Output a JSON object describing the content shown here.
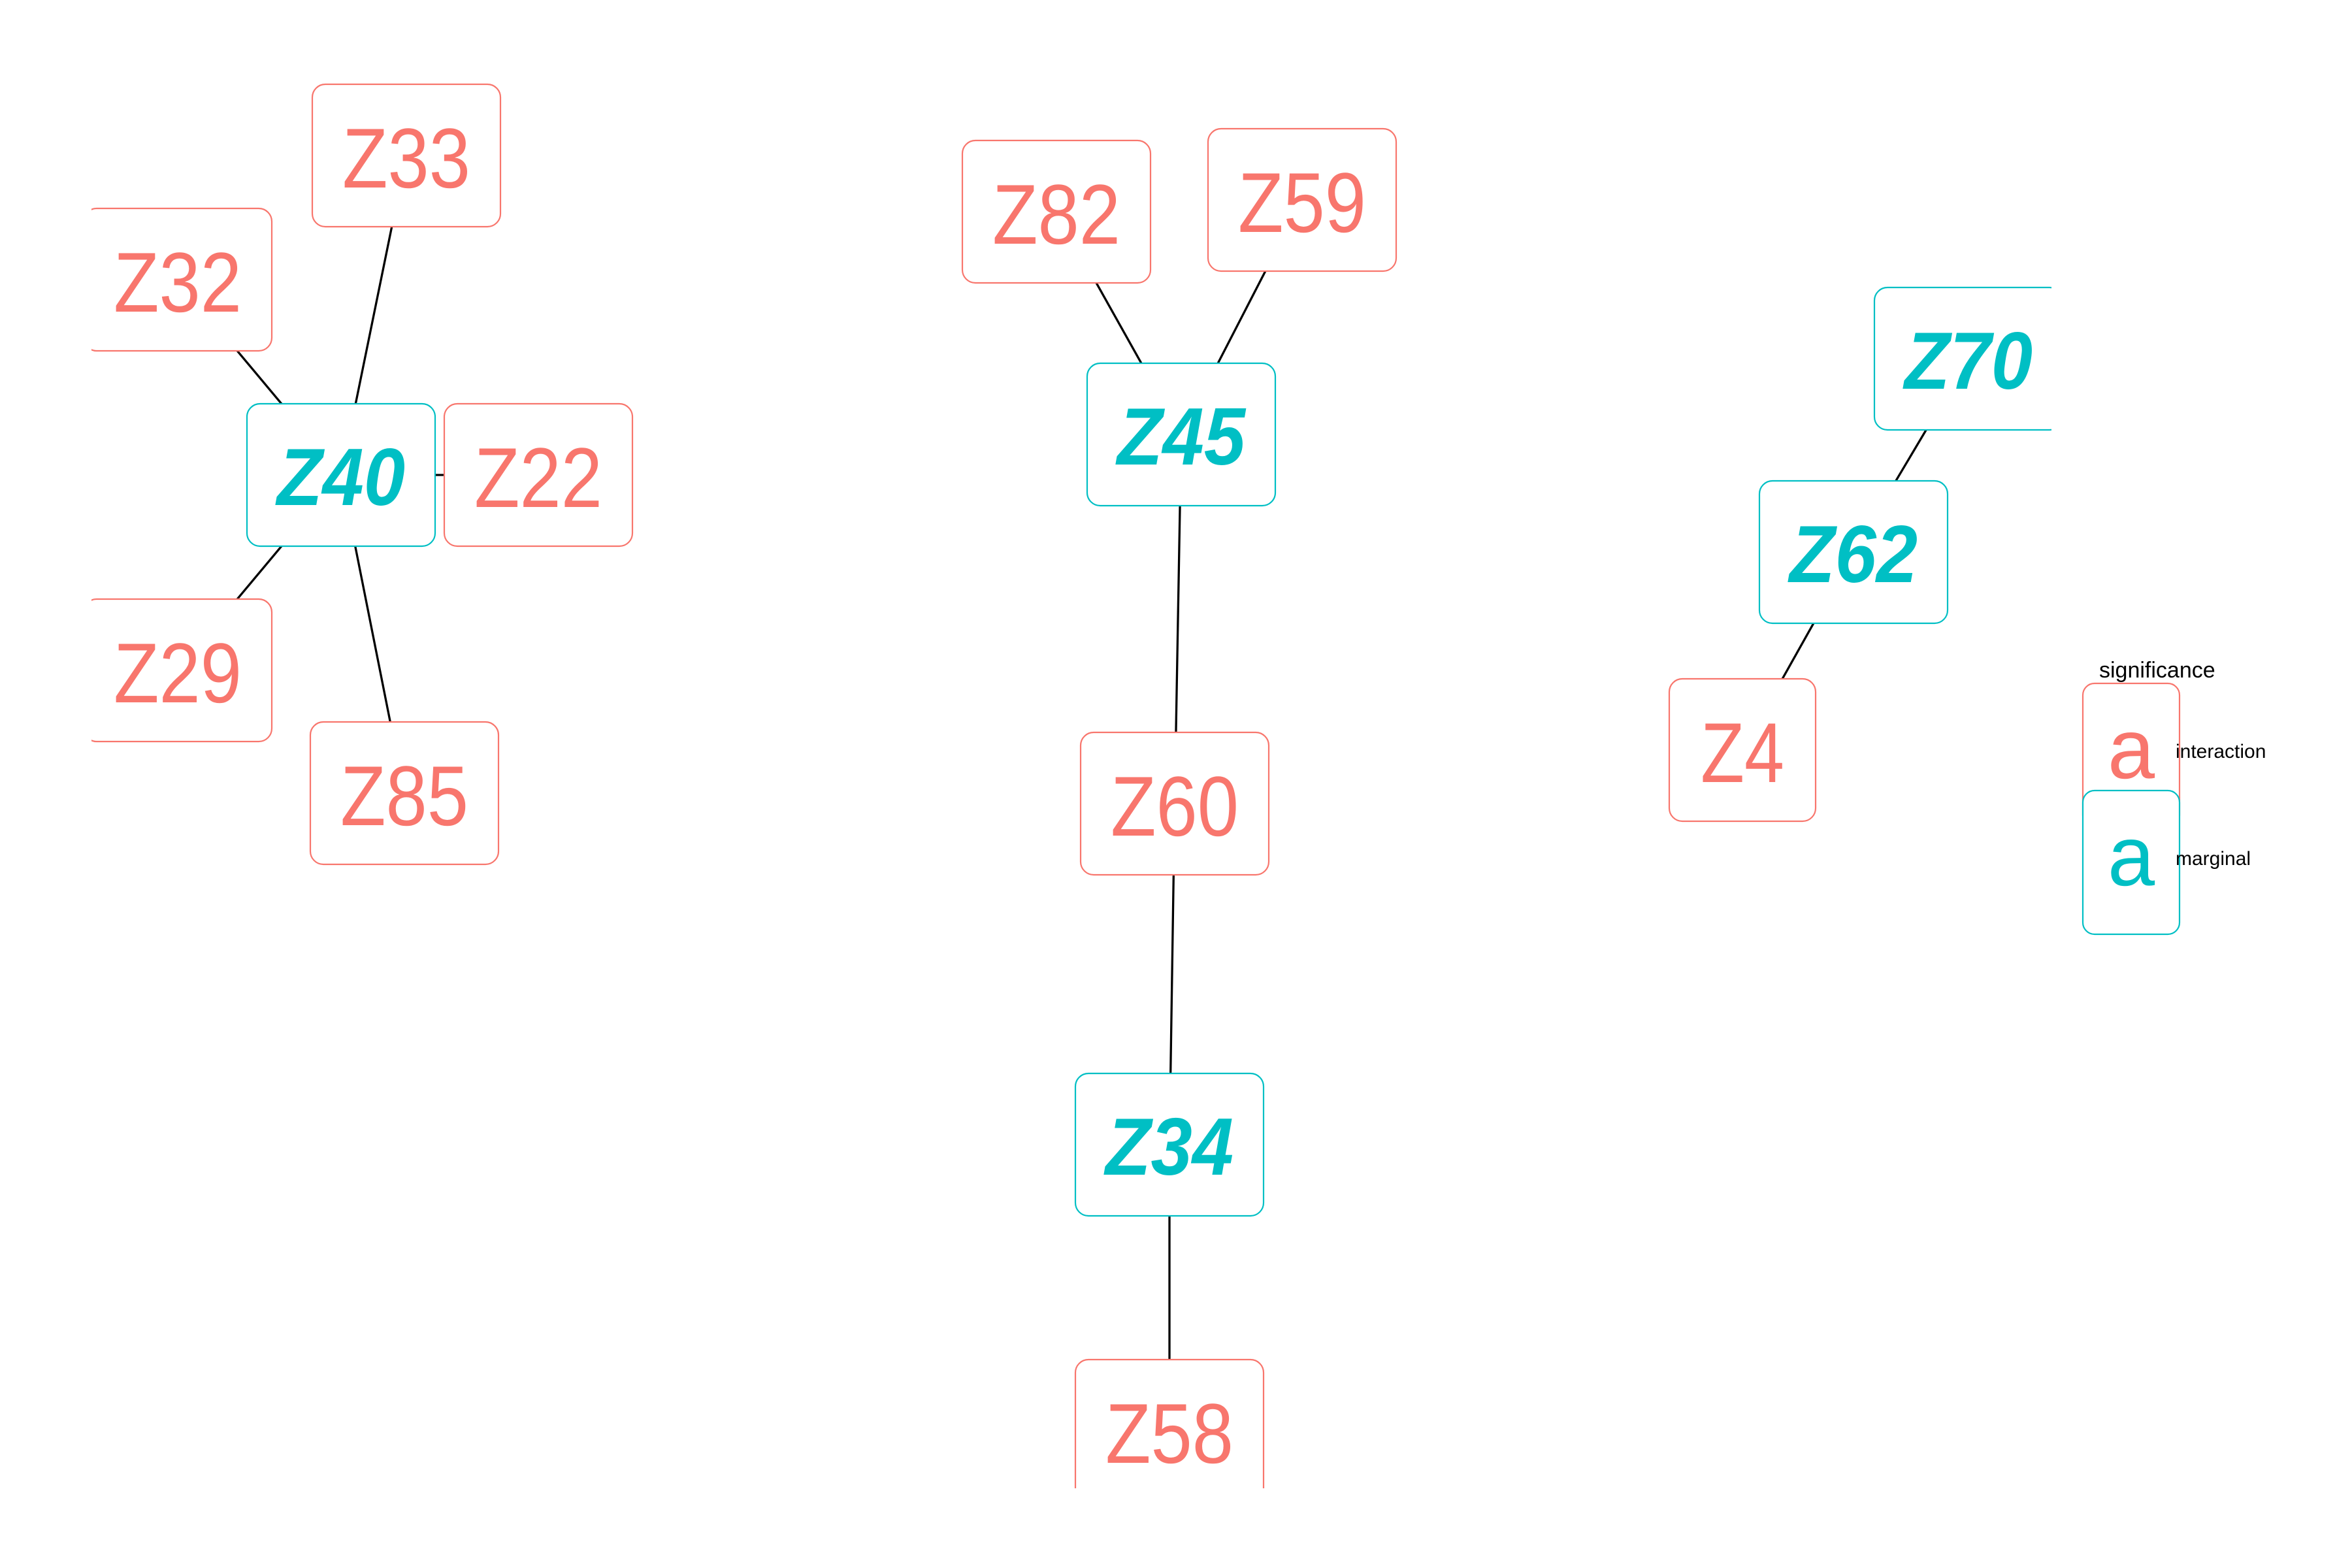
{
  "colors": {
    "interaction": "#F8766D",
    "marginal": "#00BFC4",
    "edge": "#000000",
    "background": "#FFFFFF"
  },
  "nodes": [
    {
      "id": "Z33",
      "label": "Z33",
      "significance": "interaction"
    },
    {
      "id": "Z32",
      "label": "Z32",
      "significance": "interaction"
    },
    {
      "id": "Z40",
      "label": "Z40",
      "significance": "marginal"
    },
    {
      "id": "Z22",
      "label": "Z22",
      "significance": "interaction"
    },
    {
      "id": "Z29",
      "label": "Z29",
      "significance": "interaction"
    },
    {
      "id": "Z85",
      "label": "Z85",
      "significance": "interaction"
    },
    {
      "id": "Z82",
      "label": "Z82",
      "significance": "interaction"
    },
    {
      "id": "Z59",
      "label": "Z59",
      "significance": "interaction"
    },
    {
      "id": "Z45",
      "label": "Z45",
      "significance": "marginal"
    },
    {
      "id": "Z60",
      "label": "Z60",
      "significance": "interaction"
    },
    {
      "id": "Z34",
      "label": "Z34",
      "significance": "marginal"
    },
    {
      "id": "Z58",
      "label": "Z58",
      "significance": "interaction"
    },
    {
      "id": "Z70",
      "label": "Z70",
      "significance": "marginal"
    },
    {
      "id": "Z62",
      "label": "Z62",
      "significance": "marginal"
    },
    {
      "id": "Z4",
      "label": "Z4",
      "significance": "interaction"
    }
  ],
  "edges": [
    [
      "Z40",
      "Z33"
    ],
    [
      "Z40",
      "Z32"
    ],
    [
      "Z40",
      "Z22"
    ],
    [
      "Z40",
      "Z29"
    ],
    [
      "Z40",
      "Z85"
    ],
    [
      "Z45",
      "Z82"
    ],
    [
      "Z45",
      "Z59"
    ],
    [
      "Z45",
      "Z60"
    ],
    [
      "Z60",
      "Z34"
    ],
    [
      "Z34",
      "Z58"
    ],
    [
      "Z62",
      "Z70"
    ],
    [
      "Z62",
      "Z4"
    ]
  ],
  "legend": {
    "title": "significance",
    "key_glyph": "a",
    "items": [
      {
        "key": "interaction",
        "label": "interaction"
      },
      {
        "key": "marginal",
        "label": "marginal"
      }
    ]
  }
}
